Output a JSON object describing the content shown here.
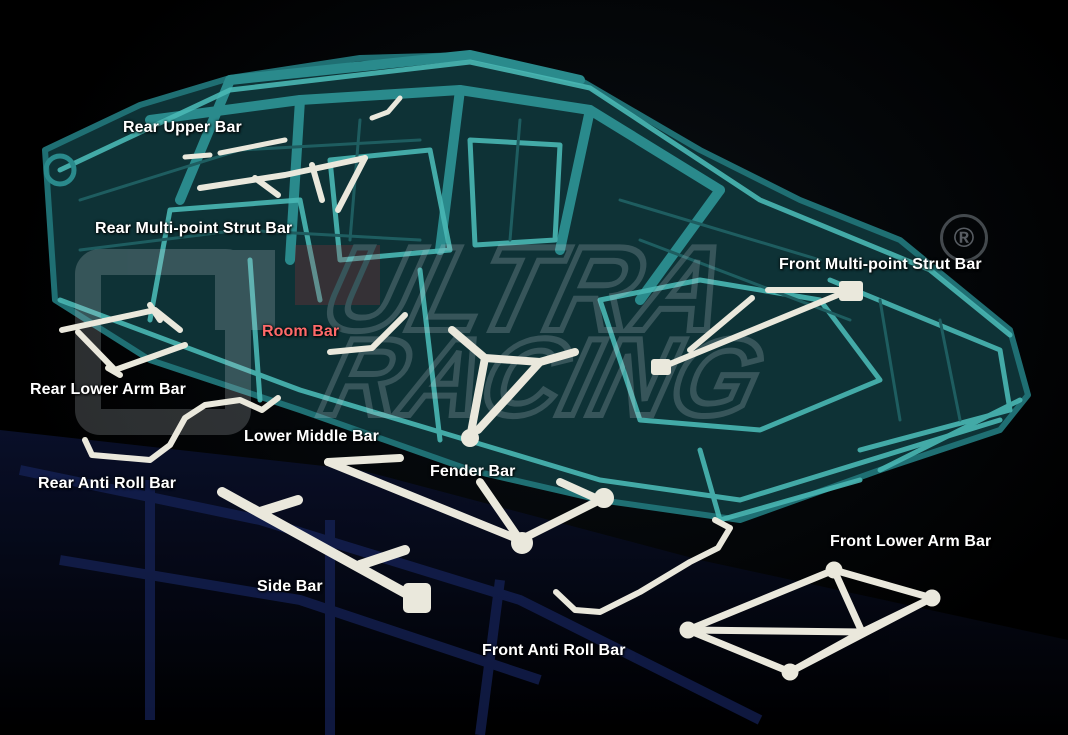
{
  "brand": {
    "registered_mark": "®"
  },
  "colors": {
    "background": "#000000",
    "chassis": "#1f6f73",
    "chassis_highlight": "#49b7b4",
    "bar": "#eae8dc",
    "label": "#ffffff",
    "accent_label": "#ff6a6a",
    "floor_reflection": "#14204a"
  },
  "labels": {
    "rear_upper_bar": "Rear Upper Bar",
    "rear_multipoint_strut_bar": "Rear Multi-point Strut Bar",
    "front_multipoint_strut_bar": "Front Multi-point Strut Bar",
    "room_bar": "Room Bar",
    "rear_lower_arm_bar": "Rear Lower Arm Bar",
    "lower_middle_bar": "Lower Middle Bar",
    "rear_anti_roll_bar": "Rear Anti Roll Bar",
    "fender_bar": "Fender Bar",
    "side_bar": "Side Bar",
    "front_lower_arm_bar": "Front Lower Arm Bar",
    "front_anti_roll_bar": "Front Anti Roll Bar"
  }
}
